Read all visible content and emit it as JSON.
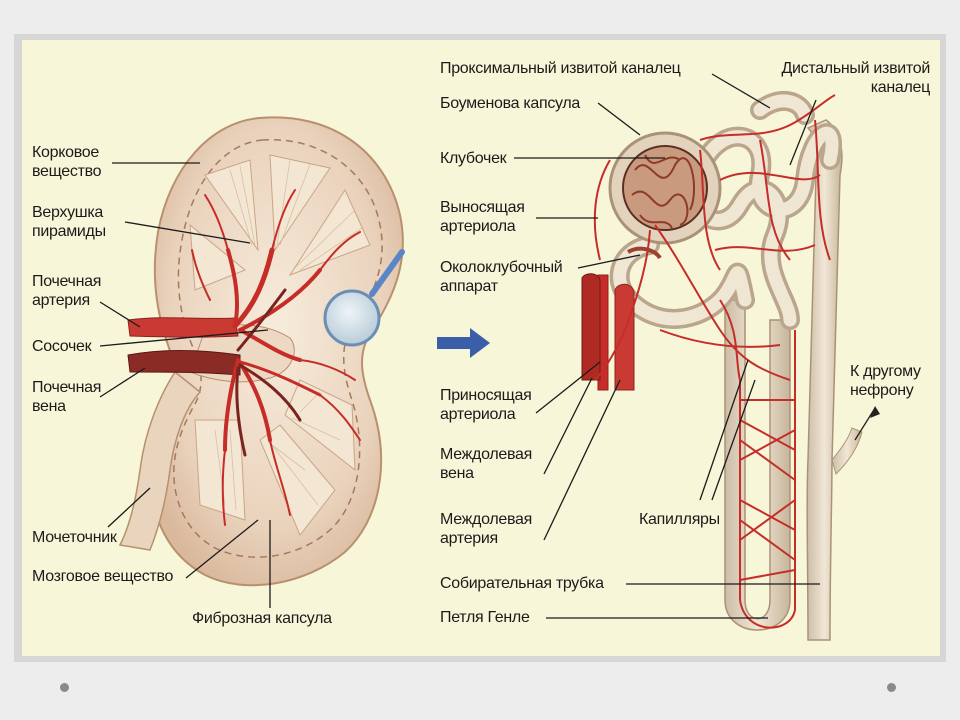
{
  "kidney_labels": {
    "cortex": [
      "Корковое",
      "вещество"
    ],
    "pyramid_apex": [
      "Верхушка",
      "пирамиды"
    ],
    "renal_artery": [
      "Почечная",
      "артерия"
    ],
    "papilla": "Сосочек",
    "renal_vein": [
      "Почечная",
      "вена"
    ],
    "ureter": "Мочеточник",
    "medulla": "Мозговое вещество",
    "fibrous_capsule": "Фиброзная капсула"
  },
  "nephron_labels": {
    "proximal_tubule": "Проксимальный извитой каналец",
    "distal_tubule": [
      "Дистальный извитой",
      "каналец"
    ],
    "bowman_capsule": "Боуменова капсула",
    "glomerulus": "Клубочек",
    "efferent_arteriole": [
      "Выносящая",
      "артериола"
    ],
    "juxtaglomerular": [
      "Околоклубочный",
      "аппарат"
    ],
    "afferent_arteriole": [
      "Приносящая",
      "артериола"
    ],
    "interlobar_vein": [
      "Междолевая",
      "вена"
    ],
    "interlobar_artery": [
      "Междолевая",
      "артерия"
    ],
    "capillaries": "Капилляры",
    "collecting_duct": "Собирательная трубка",
    "loop_of_henle": "Петля Генле",
    "to_other_nephron": [
      "К другому",
      "нефрону"
    ]
  },
  "colors": {
    "background": "#f8f6d8",
    "vessel_red": "#c62d28",
    "vein_dark": "#7a2420",
    "tubule": "#e8dcc7",
    "arrow_blue": "#3a5ea8"
  }
}
